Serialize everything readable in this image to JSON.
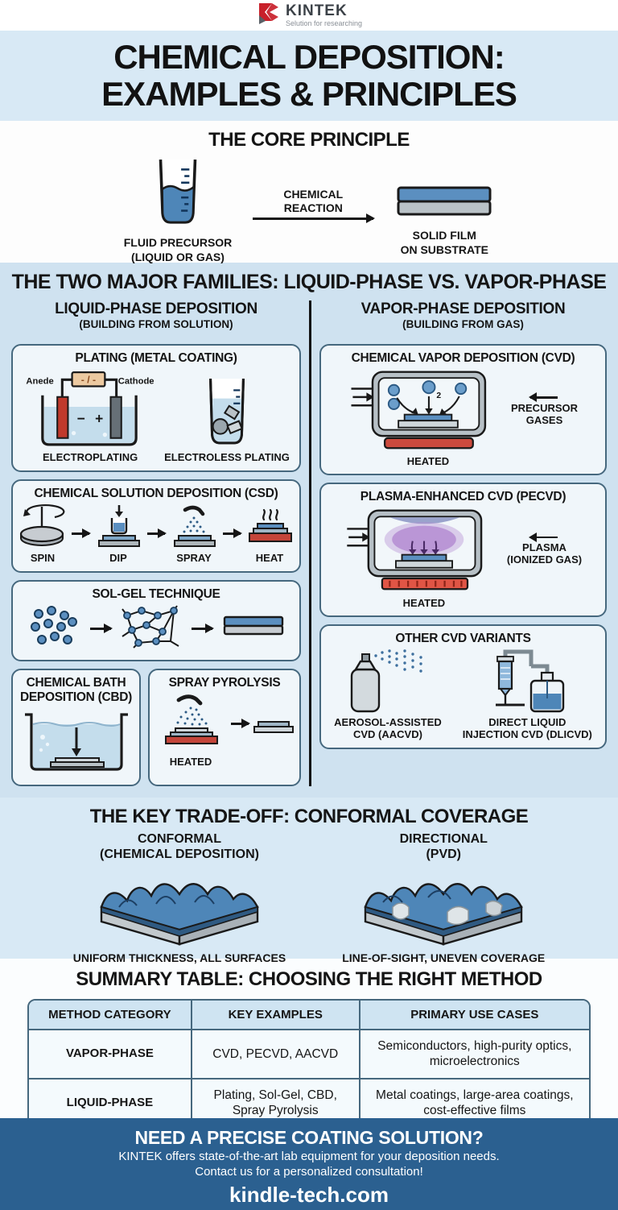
{
  "brand": {
    "name": "KINTEK",
    "tagline": "Selution for researching"
  },
  "title": {
    "line1": "CHEMICAL DEPOSITION:",
    "line2": "EXAMPLES & PRINCIPLES"
  },
  "core_principle": {
    "heading": "THE CORE PRINCIPLE",
    "left_caption_line1": "FLUID PRECURSOR",
    "left_caption_line2": "(LIQUID OR GAS)",
    "arrow_label_line1": "CHEMICAL",
    "arrow_label_line2": "REACTION",
    "right_caption_line1": "SOLID FILM",
    "right_caption_line2": "ON SUBSTRATE"
  },
  "families": {
    "heading": "THE TWO MAJOR FAMILIES: LIQUID-PHASE VS. VAPOR-PHASE",
    "liquid": {
      "title": "LIQUID-PHASE DEPOSITION",
      "subtitle": "(BUILDING FROM SOLUTION)",
      "plating": {
        "title": "PLATING (METAL COATING)",
        "anode_label": "Anede",
        "cathode_label": "Cathode",
        "battery_label": "- / -",
        "minus": "−",
        "plus": "+",
        "left_caption": "ELECTROPLATING",
        "right_caption": "ELECTROLESS PLATING"
      },
      "csd": {
        "title": "CHEMICAL SOLUTION DEPOSITION (CSD)",
        "steps": [
          "SPIN",
          "DIP",
          "SPRAY",
          "HEAT"
        ]
      },
      "solgel": {
        "title": "SOL-GEL TECHNIQUE"
      },
      "cbd": {
        "title_line1": "CHEMICAL BATH",
        "title_line2": "DEPOSITION (CBD)"
      },
      "spray_pyrolysis": {
        "title": "SPRAY PYROLYSIS",
        "heated_label": "HEATED"
      }
    },
    "vapor": {
      "title": "VAPOR-PHASE DEPOSITION",
      "subtitle": "(BUILDING FROM GAS)",
      "cvd": {
        "title": "CHEMICAL VAPOR DEPOSITION (CVD)",
        "gas_label_line1": "PRECURSOR",
        "gas_label_line2": "GASES",
        "molecule_subscript": "2",
        "heated_label": "HEATED"
      },
      "pecvd": {
        "title": "PLASMA-ENHANCED CVD (PECVD)",
        "plasma_label_line1": "PLASMA",
        "plasma_label_line2": "(IONIZED GAS)",
        "heated_label": "HEATED"
      },
      "variants": {
        "title": "OTHER CVD VARIANTS",
        "aacvd_line1": "AEROSOL-ASSISTED",
        "aacvd_line2": "CVD (AACVD)",
        "dlicvd_line1": "DIRECT LIQUID",
        "dlicvd_line2": "INJECTION CVD (DLICVD)"
      }
    }
  },
  "tradeoff": {
    "heading": "THE KEY TRADE-OFF: CONFORMAL COVERAGE",
    "conformal": {
      "title": "CONFORMAL",
      "subtitle": "(CHEMICAL DEPOSITION)",
      "caption": "UNIFORM THICKNESS, ALL SURFACES"
    },
    "directional": {
      "title": "DIRECTIONAL",
      "subtitle": "(PVD)",
      "caption": "LINE-OF-SIGHT, UNEVEN COVERAGE"
    }
  },
  "summary": {
    "heading": "SUMMARY TABLE: CHOOSING THE RIGHT METHOD",
    "columns": [
      "METHOD CATEGORY",
      "KEY EXAMPLES",
      "PRIMARY USE CASES"
    ],
    "rows": [
      {
        "category": "VAPOR-PHASE",
        "examples": "CVD, PECVD, AACVD",
        "use_cases": "Semiconductors, high-purity optics, microelectronics"
      },
      {
        "category": "LIQUID-PHASE",
        "examples": "Plating, Sol-Gel, CBD, Spray Pyrolysis",
        "use_cases": "Metal coatings, large-area coatings, cost-effective films"
      }
    ]
  },
  "footer": {
    "heading": "NEED A PRECISE COATING SOLUTION?",
    "line1": "KINTEK offers state-of-the-art lab equipment for your deposition needs.",
    "line2": "Contact us for a personalized consultation!",
    "website": "kindle-tech.com"
  },
  "colors": {
    "accent_red": "#c8202a",
    "heater_red": "#c4453a",
    "liquid_blue": "#4e86b8",
    "plasma_purple": "#b48cd2",
    "band_blue": "#d8e9f5",
    "section_blue": "#cfe2f0",
    "footer_blue": "#2b6090"
  }
}
